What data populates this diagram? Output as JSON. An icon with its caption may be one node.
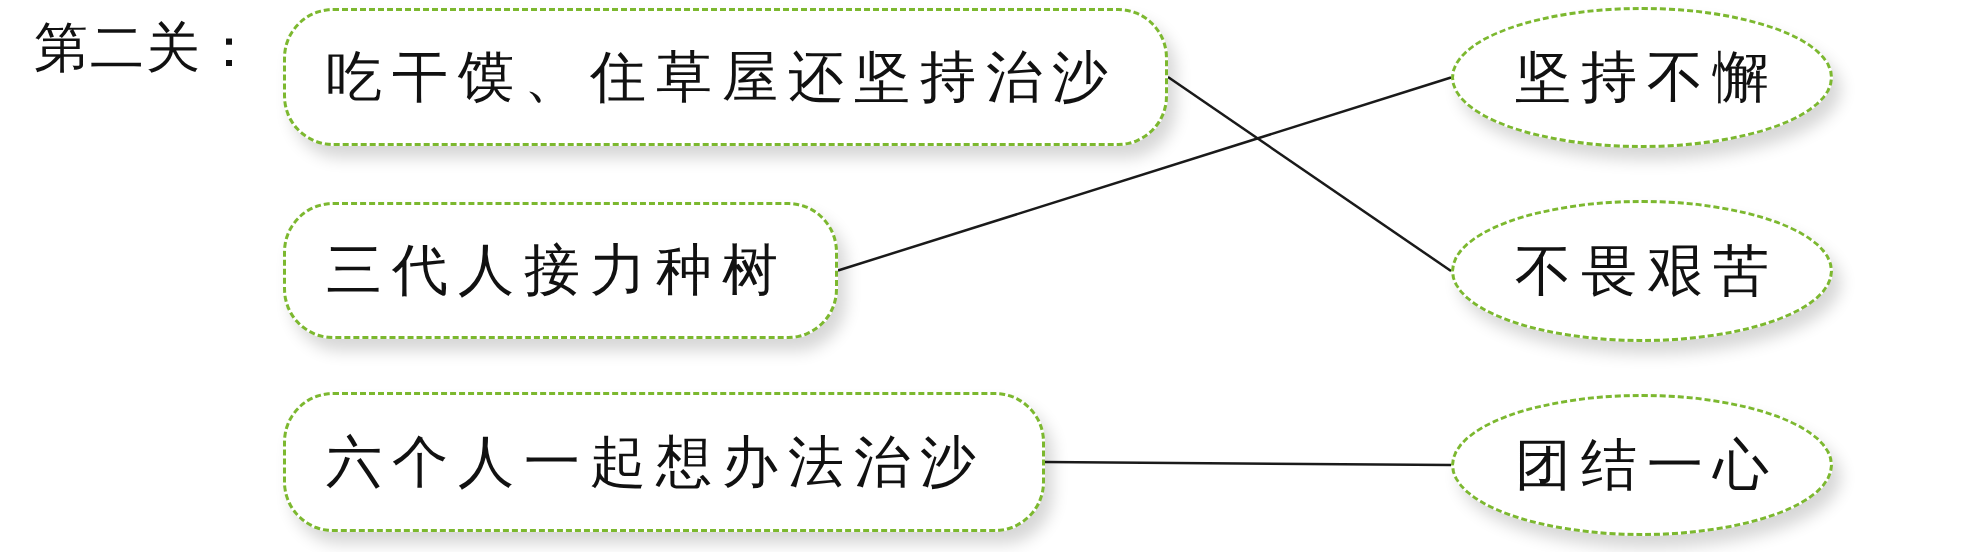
{
  "diagram": {
    "nodes": [
      {
        "text": [
          "吃干馍、住草屋还坚持治沙"
        ]
      },
      {
        "text": [
          "坚持不懈"
        ]
      },
      {
        "text": [
          "三代人接力种树"
        ]
      },
      {
        "text": [
          "不畏艰苦"
        ]
      },
      {
        "text": [
          "六个人一起想办法治沙"
        ]
      },
      {
        "text": [
          "团结一心"
        ]
      }
    ],
    "edges": [
      {
        "from": 0,
        "to": 3,
        "arrow": "none"
      },
      {
        "from": 2,
        "to": 1,
        "arrow": "none"
      },
      {
        "from": 4,
        "to": 5,
        "arrow": "none"
      }
    ],
    "labels": [
      "第二关："
    ]
  }
}
